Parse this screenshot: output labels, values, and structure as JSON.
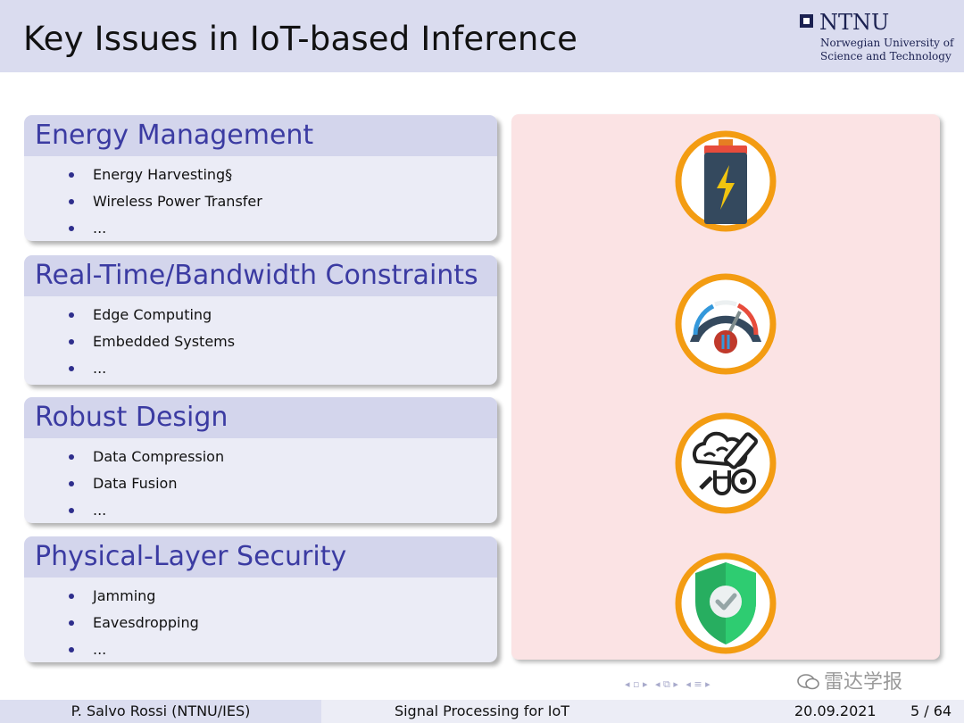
{
  "header": {
    "title": "Key Issues in IoT-based Inference",
    "logo": {
      "name": "NTNU",
      "subtitle_line1": "Norwegian University of",
      "subtitle_line2": "Science and Technology"
    }
  },
  "blocks": [
    {
      "title": "Energy Management",
      "items": [
        "Energy Harvesting§",
        "Wireless Power Transfer",
        "..."
      ],
      "icon": "battery-icon"
    },
    {
      "title": "Real-Time/Bandwidth Constraints",
      "items": [
        "Edge Computing",
        "Embedded Systems",
        "..."
      ],
      "icon": "speedometer-icon"
    },
    {
      "title": "Robust Design",
      "items": [
        "Data Compression",
        "Data Fusion",
        "..."
      ],
      "icon": "cloud-gear-icon"
    },
    {
      "title": "Physical-Layer Security",
      "items": [
        "Jamming",
        "Eavesdropping",
        "..."
      ],
      "icon": "shield-check-icon"
    }
  ],
  "colors": {
    "header_bg": "#dadcef",
    "block_title": "#3b3ba2",
    "block_title_bg": "#d3d5ec",
    "block_body_bg": "#ebecf6",
    "panel_bg": "#fbe3e4",
    "icon_ring": "#f39c12"
  },
  "footer": {
    "author": "P. Salvo Rossi  (NTNU/IES)",
    "talk": "Signal Processing for IoT",
    "date": "20.09.2021",
    "page": "5 / 64"
  },
  "watermark": {
    "text": "雷达学报"
  }
}
